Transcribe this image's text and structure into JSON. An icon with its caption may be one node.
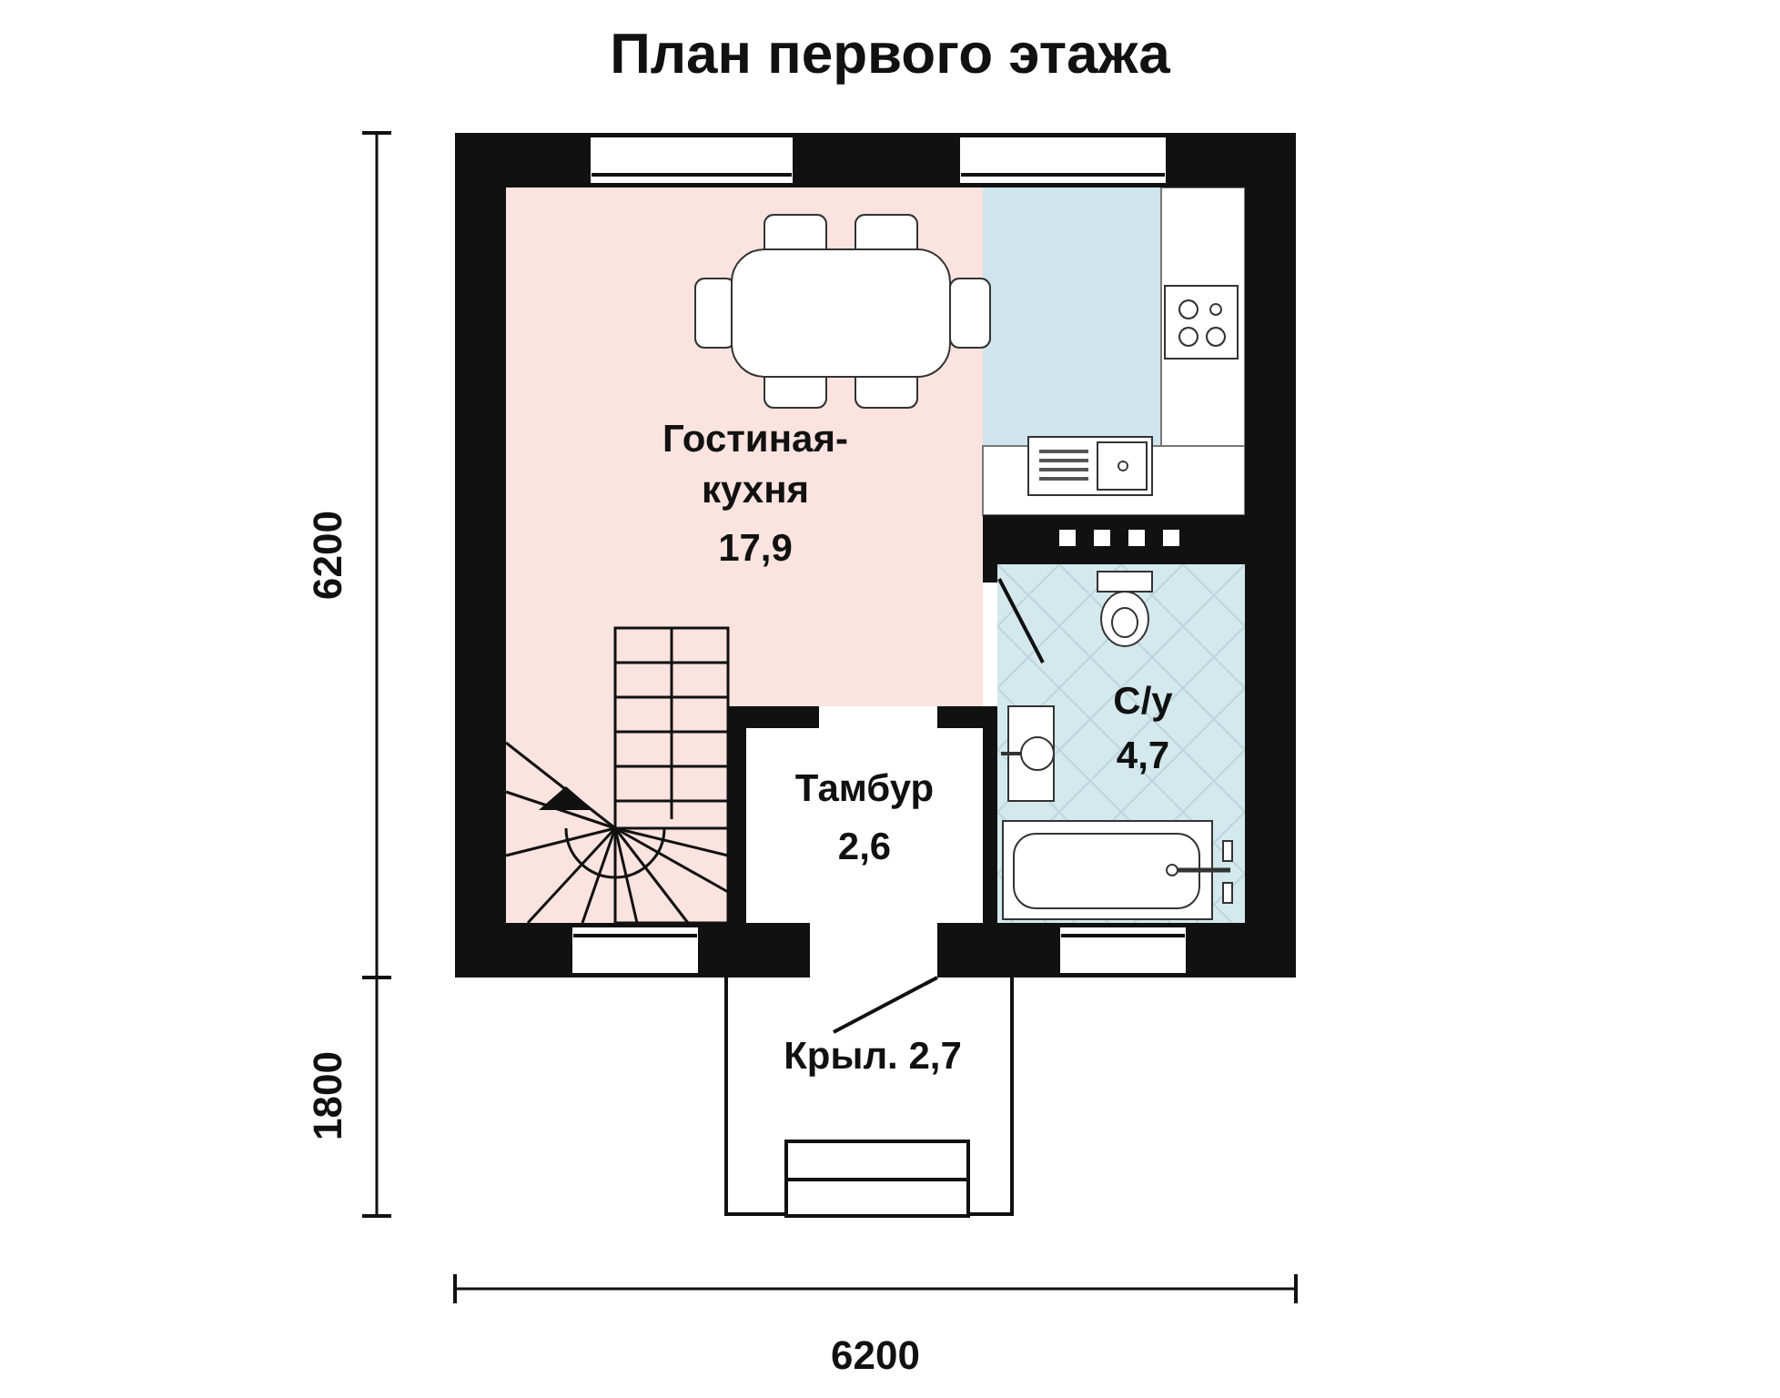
{
  "diagram": {
    "title": "План первого этажа",
    "nodes": [
      {
        "text": [
          "Гостиная-кухня",
          "17,9"
        ]
      },
      {
        "text": [
          "Тамбур",
          "2,6"
        ]
      },
      {
        "text": [
          "С/у",
          "4,7"
        ]
      },
      {
        "text": [
          "Крыл. 2,7"
        ]
      }
    ],
    "labels": [
      "6200",
      "1800",
      "6200"
    ]
  }
}
